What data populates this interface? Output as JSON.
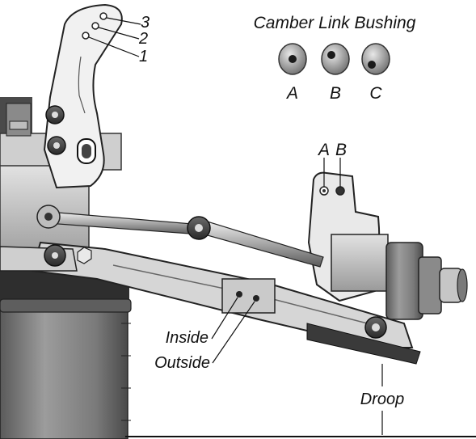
{
  "title": "Camber Link Bushing",
  "bushings": [
    {
      "label": "A"
    },
    {
      "label": "B"
    },
    {
      "label": "C"
    }
  ],
  "tower_holes": [
    "3",
    "2",
    "1"
  ],
  "hub_holes": [
    "A",
    "B"
  ],
  "arm_holes": [
    "Inside",
    "Outside"
  ],
  "droop_label": "Droop"
}
